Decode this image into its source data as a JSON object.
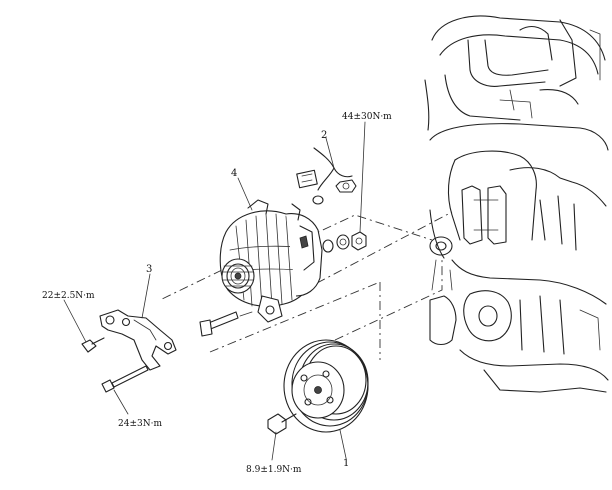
{
  "parts": [
    {
      "number": "1"
    },
    {
      "number": "2"
    },
    {
      "number": "3"
    },
    {
      "number": "4"
    }
  ],
  "torque_labels": [
    {
      "text": "44±30N·m"
    },
    {
      "text": "22±2.5N·m"
    },
    {
      "text": "24±3N·m"
    },
    {
      "text": "8.9±1.9N·m"
    }
  ]
}
